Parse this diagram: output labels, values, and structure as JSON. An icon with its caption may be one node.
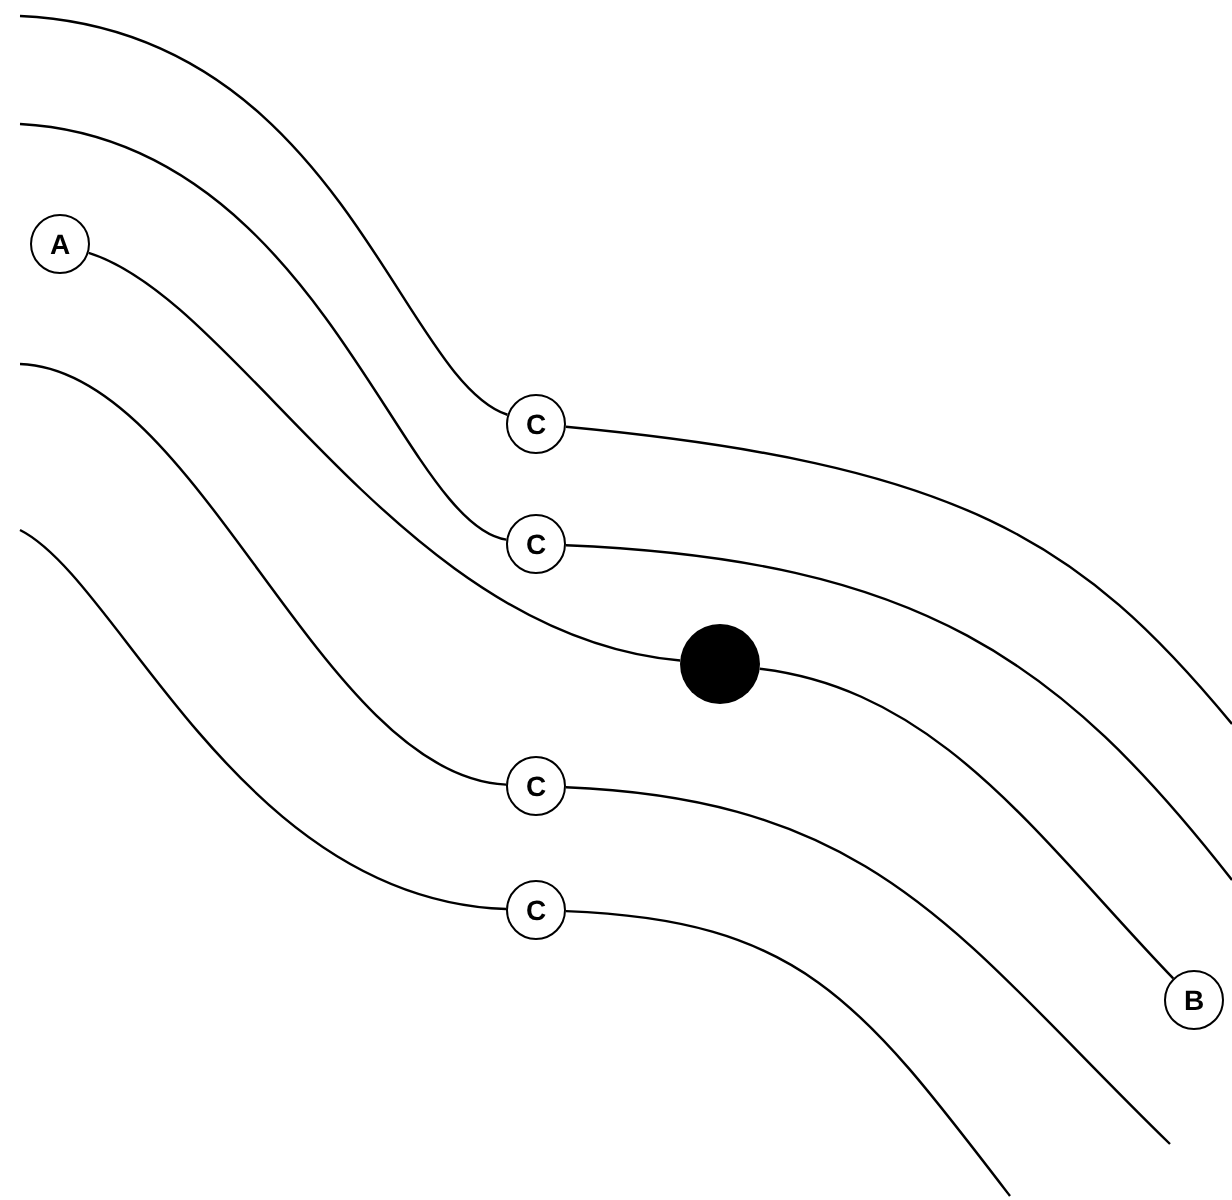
{
  "diagram": {
    "nodes": [
      {
        "text": [
          "A"
        ]
      },
      {
        "text": [
          "C"
        ]
      },
      {
        "text": [
          "C"
        ]
      },
      {
        "text": [],
        "shape": "circle"
      },
      {
        "text": [
          "C"
        ]
      },
      {
        "text": [
          "C"
        ]
      },
      {
        "text": [
          "B"
        ]
      }
    ],
    "edges": [
      {
        "from": null,
        "to": 1,
        "arrow": "none"
      },
      {
        "from": 1,
        "to": null,
        "arrow": "none"
      },
      {
        "from": null,
        "to": 2,
        "arrow": "none"
      },
      {
        "from": 2,
        "to": null,
        "arrow": "none"
      },
      {
        "from": 0,
        "to": 3,
        "arrow": "none"
      },
      {
        "from": 3,
        "to": 6,
        "arrow": "none"
      },
      {
        "from": null,
        "to": 4,
        "arrow": "none"
      },
      {
        "from": 4,
        "to": null,
        "arrow": "none"
      },
      {
        "from": null,
        "to": 5,
        "arrow": "none"
      },
      {
        "from": 5,
        "to": null,
        "arrow": "none"
      }
    ]
  }
}
